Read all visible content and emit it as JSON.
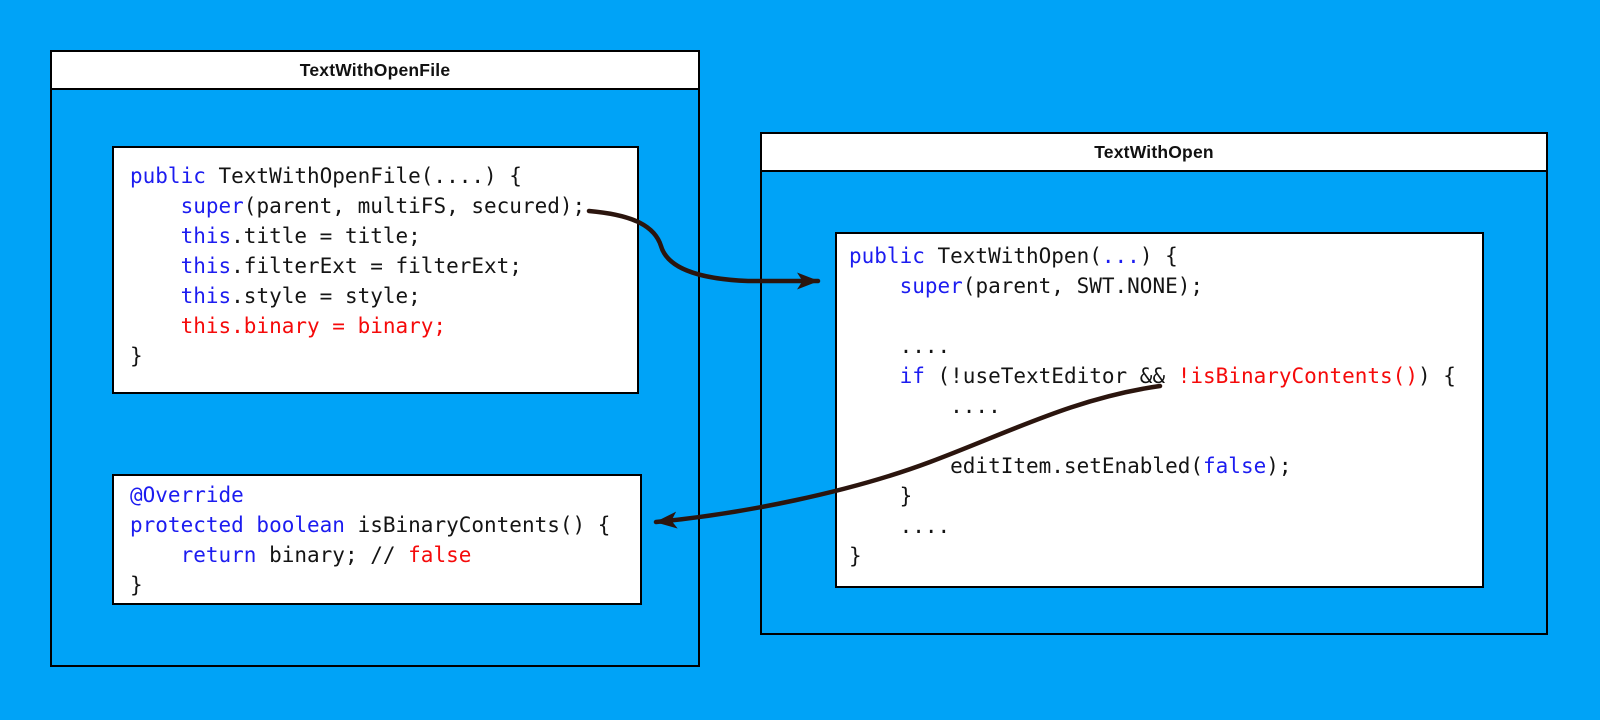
{
  "colors": {
    "bg": "#00A3F7",
    "panel": "#FFFFFF",
    "border": "#000000",
    "keyword": "#1C1CF0",
    "plain": "#141414",
    "highlight": "#F50A0A",
    "arrow": "#2B150E",
    "title": "#111111"
  },
  "diagram": {
    "left_class": {
      "title": "TextWithOpenFile",
      "constructor_block": {
        "lines": [
          [
            {
              "t": "public",
              "c": "kw"
            },
            {
              "t": " TextWithOpenFile(....) {",
              "c": "pl"
            }
          ],
          [
            {
              "t": "    ",
              "c": "pl"
            },
            {
              "t": "super",
              "c": "kw"
            },
            {
              "t": "(parent, multiFS, secured);",
              "c": "pl"
            }
          ],
          [
            {
              "t": "    ",
              "c": "pl"
            },
            {
              "t": "this",
              "c": "kw"
            },
            {
              "t": ".title = title;",
              "c": "pl"
            }
          ],
          [
            {
              "t": "    ",
              "c": "pl"
            },
            {
              "t": "this",
              "c": "kw"
            },
            {
              "t": ".filterExt = filterExt;",
              "c": "pl"
            }
          ],
          [
            {
              "t": "    ",
              "c": "pl"
            },
            {
              "t": "this",
              "c": "kw"
            },
            {
              "t": ".style = style;",
              "c": "pl"
            }
          ],
          [
            {
              "t": "    this.binary = binary;",
              "c": "hl"
            }
          ],
          [
            {
              "t": "}",
              "c": "pl"
            }
          ]
        ]
      },
      "override_block": {
        "lines": [
          [
            {
              "t": "@Override",
              "c": "kw"
            }
          ],
          [
            {
              "t": "protected boolean",
              "c": "kw"
            },
            {
              "t": " isBinaryContents() {",
              "c": "pl"
            }
          ],
          [
            {
              "t": "    ",
              "c": "pl"
            },
            {
              "t": "return",
              "c": "kw"
            },
            {
              "t": " binary; // ",
              "c": "pl"
            },
            {
              "t": "false",
              "c": "hl"
            }
          ],
          [
            {
              "t": "}",
              "c": "pl"
            }
          ]
        ]
      }
    },
    "right_class": {
      "title": "TextWithOpen",
      "constructor_block": {
        "lines": [
          [
            {
              "t": "public",
              "c": "kw"
            },
            {
              "t": " TextWithOpen(",
              "c": "pl"
            },
            {
              "t": "...",
              "c": "kw"
            },
            {
              "t": ") {",
              "c": "pl"
            }
          ],
          [
            {
              "t": "    ",
              "c": "pl"
            },
            {
              "t": "super",
              "c": "kw"
            },
            {
              "t": "(parent, SWT.NONE);",
              "c": "pl"
            }
          ],
          [],
          [
            {
              "t": "    ....",
              "c": "pl"
            }
          ],
          [
            {
              "t": "    ",
              "c": "pl"
            },
            {
              "t": "if",
              "c": "kw"
            },
            {
              "t": " (!useTextEditor && ",
              "c": "pl"
            },
            {
              "t": "!isBinaryContents()",
              "c": "hl"
            },
            {
              "t": ") {",
              "c": "pl"
            }
          ],
          [
            {
              "t": "        ....",
              "c": "pl"
            }
          ],
          [],
          [
            {
              "t": "        editItem.setEnabled(",
              "c": "pl"
            },
            {
              "t": "false",
              "c": "kw"
            },
            {
              "t": ");",
              "c": "pl"
            }
          ],
          [
            {
              "t": "    }",
              "c": "pl"
            }
          ],
          [
            {
              "t": "    ....",
              "c": "pl"
            }
          ],
          [
            {
              "t": "}",
              "c": "pl"
            }
          ]
        ]
      }
    },
    "arrows": [
      {
        "name": "super-call-to-textwithopen-arrow"
      },
      {
        "name": "isbinarycontents-to-override-arrow"
      }
    ]
  }
}
